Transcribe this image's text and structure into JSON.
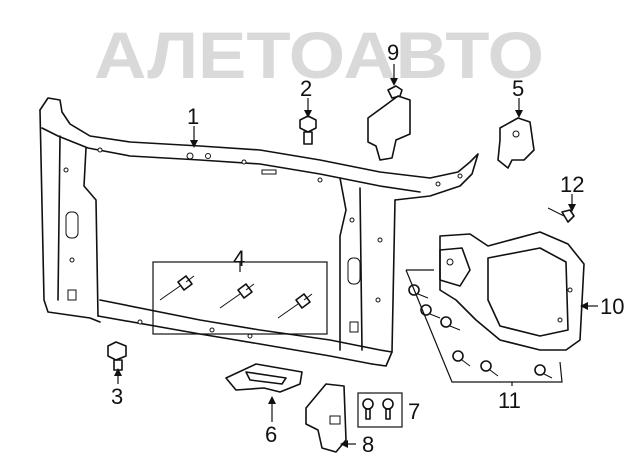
{
  "watermark": {
    "text": "АЛЕТОАВТО",
    "color": "#d9d9d9"
  },
  "callouts": {
    "c1": "1",
    "c2": "2",
    "c3": "3",
    "c4": "4",
    "c5": "5",
    "c6": "6",
    "c7": "7",
    "c8": "8",
    "c9": "9",
    "c10": "10",
    "c11": "11",
    "c12": "12"
  },
  "colors": {
    "line": "#111111",
    "background": "#ffffff"
  }
}
